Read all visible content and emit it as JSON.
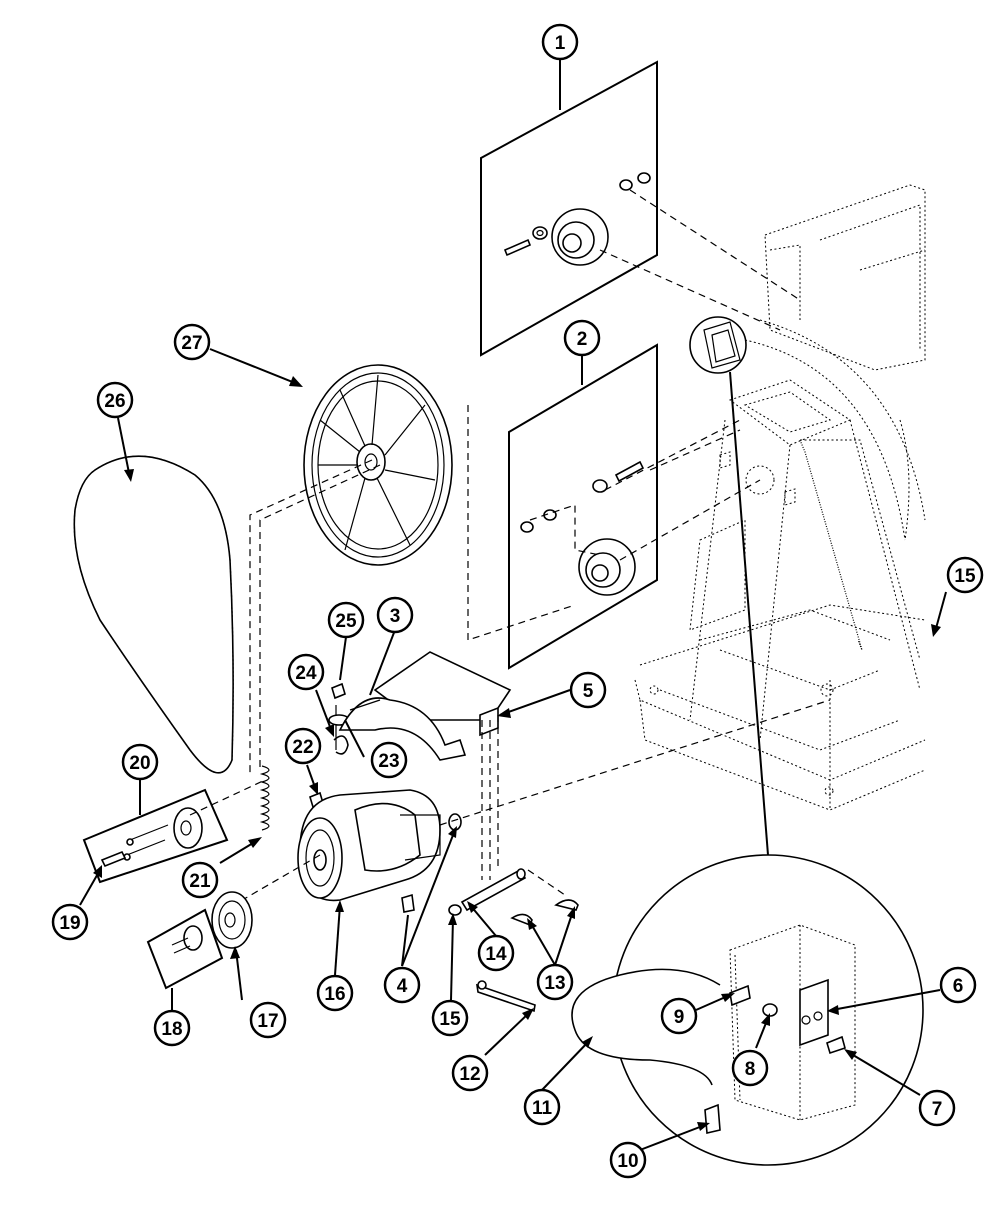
{
  "callouts": [
    {
      "id": "callout-1",
      "label": "1"
    },
    {
      "id": "callout-2",
      "label": "2"
    },
    {
      "id": "callout-3",
      "label": "3"
    },
    {
      "id": "callout-4",
      "label": "4"
    },
    {
      "id": "callout-5",
      "label": "5"
    },
    {
      "id": "callout-6",
      "label": "6"
    },
    {
      "id": "callout-7",
      "label": "7"
    },
    {
      "id": "callout-8",
      "label": "8"
    },
    {
      "id": "callout-9",
      "label": "9"
    },
    {
      "id": "callout-10",
      "label": "10"
    },
    {
      "id": "callout-11",
      "label": "11"
    },
    {
      "id": "callout-12",
      "label": "12"
    },
    {
      "id": "callout-13",
      "label": "13"
    },
    {
      "id": "callout-14",
      "label": "14"
    },
    {
      "id": "callout-15a",
      "label": "15"
    },
    {
      "id": "callout-15b",
      "label": "15"
    },
    {
      "id": "callout-16",
      "label": "16"
    },
    {
      "id": "callout-17",
      "label": "17"
    },
    {
      "id": "callout-18",
      "label": "18"
    },
    {
      "id": "callout-19",
      "label": "19"
    },
    {
      "id": "callout-20",
      "label": "20"
    },
    {
      "id": "callout-21",
      "label": "21"
    },
    {
      "id": "callout-22",
      "label": "22"
    },
    {
      "id": "callout-23",
      "label": "23"
    },
    {
      "id": "callout-24",
      "label": "24"
    },
    {
      "id": "callout-25",
      "label": "25"
    },
    {
      "id": "callout-26",
      "label": "26"
    },
    {
      "id": "callout-27",
      "label": "27"
    }
  ]
}
